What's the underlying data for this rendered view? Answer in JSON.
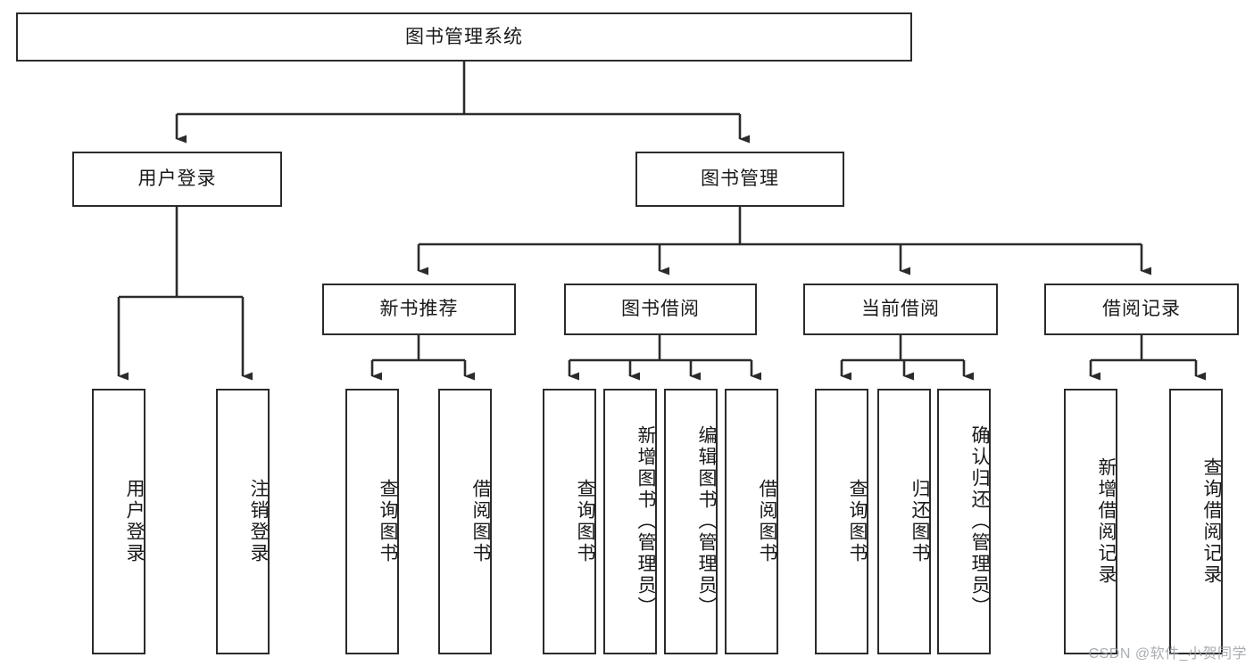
{
  "diagram": {
    "title_node": {
      "label": "图书管理系统"
    },
    "level2": [
      {
        "label": "用户登录"
      },
      {
        "label": "图书管理"
      }
    ],
    "level3": [
      {
        "label": "新书推荐"
      },
      {
        "label": "图书借阅"
      },
      {
        "label": "当前借阅"
      },
      {
        "label": "借阅记录"
      }
    ],
    "leaves": {
      "user_login": [
        {
          "label": "用户登录"
        },
        {
          "label": "注销登录"
        }
      ],
      "new_book_recommend": [
        {
          "label": "查询图书"
        },
        {
          "label": "借阅图书"
        }
      ],
      "book_borrow": [
        {
          "label": "查询图书"
        },
        {
          "label": "新增图书（管理员）"
        },
        {
          "label": "编辑图书（管理员）"
        },
        {
          "label": "借阅图书"
        }
      ],
      "current_borrow": [
        {
          "label": "查询图书"
        },
        {
          "label": "归还图书"
        },
        {
          "label": "确认归还（管理员）"
        }
      ],
      "borrow_records": [
        {
          "label": "新增借阅记录"
        },
        {
          "label": "查询借阅记录"
        }
      ]
    }
  },
  "watermark": {
    "text": "CSDN @软件_小贺同学"
  },
  "colors": {
    "border": "#2b2b2b",
    "text": "#1a1a1a",
    "background": "#ffffff",
    "watermark": "#9aa0a6"
  }
}
